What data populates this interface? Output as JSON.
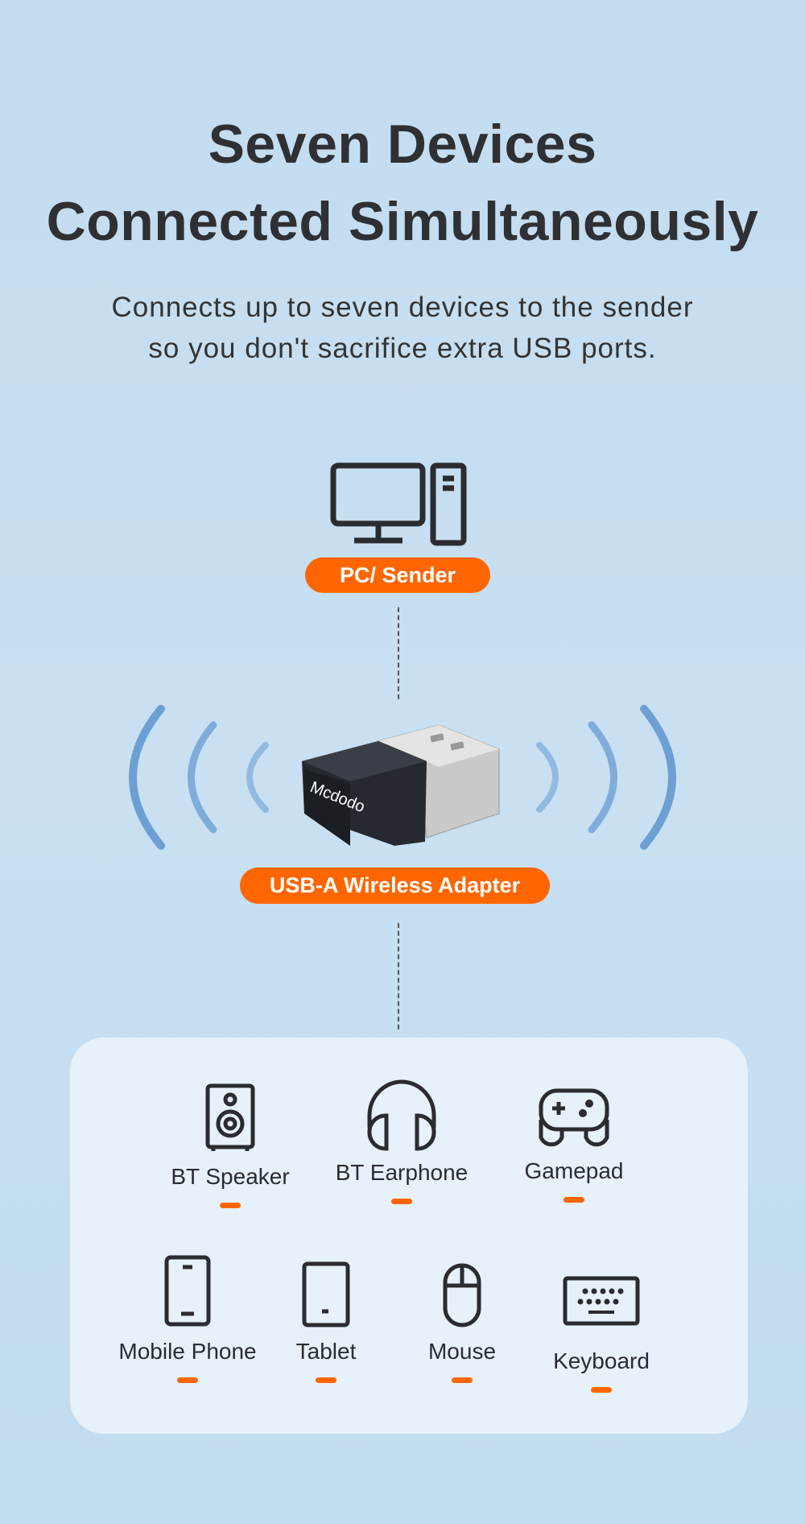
{
  "header": {
    "title_line1": "Seven Devices",
    "title_line2": "Connected Simultaneously",
    "subtitle_line1": "Connects up to seven devices to the sender",
    "subtitle_line2": "so you don't sacrifice extra USB ports."
  },
  "sender": {
    "label": "PC/ Sender",
    "icon": "desktop-pc-icon"
  },
  "adapter": {
    "label": "USB-A Wireless Adapter",
    "brand": "Mcdodo"
  },
  "devices": [
    {
      "label": "BT Speaker",
      "icon": "speaker-icon"
    },
    {
      "label": "BT Earphone",
      "icon": "headphones-icon"
    },
    {
      "label": "Gamepad",
      "icon": "gamepad-icon"
    },
    {
      "label": "Mobile Phone",
      "icon": "phone-icon"
    },
    {
      "label": "Tablet",
      "icon": "tablet-icon"
    },
    {
      "label": "Mouse",
      "icon": "mouse-icon"
    },
    {
      "label": "Keyboard",
      "icon": "keyboard-icon"
    }
  ],
  "colors": {
    "accent": "#ff6600",
    "background": "#c5deF0",
    "text": "#2f3033"
  }
}
